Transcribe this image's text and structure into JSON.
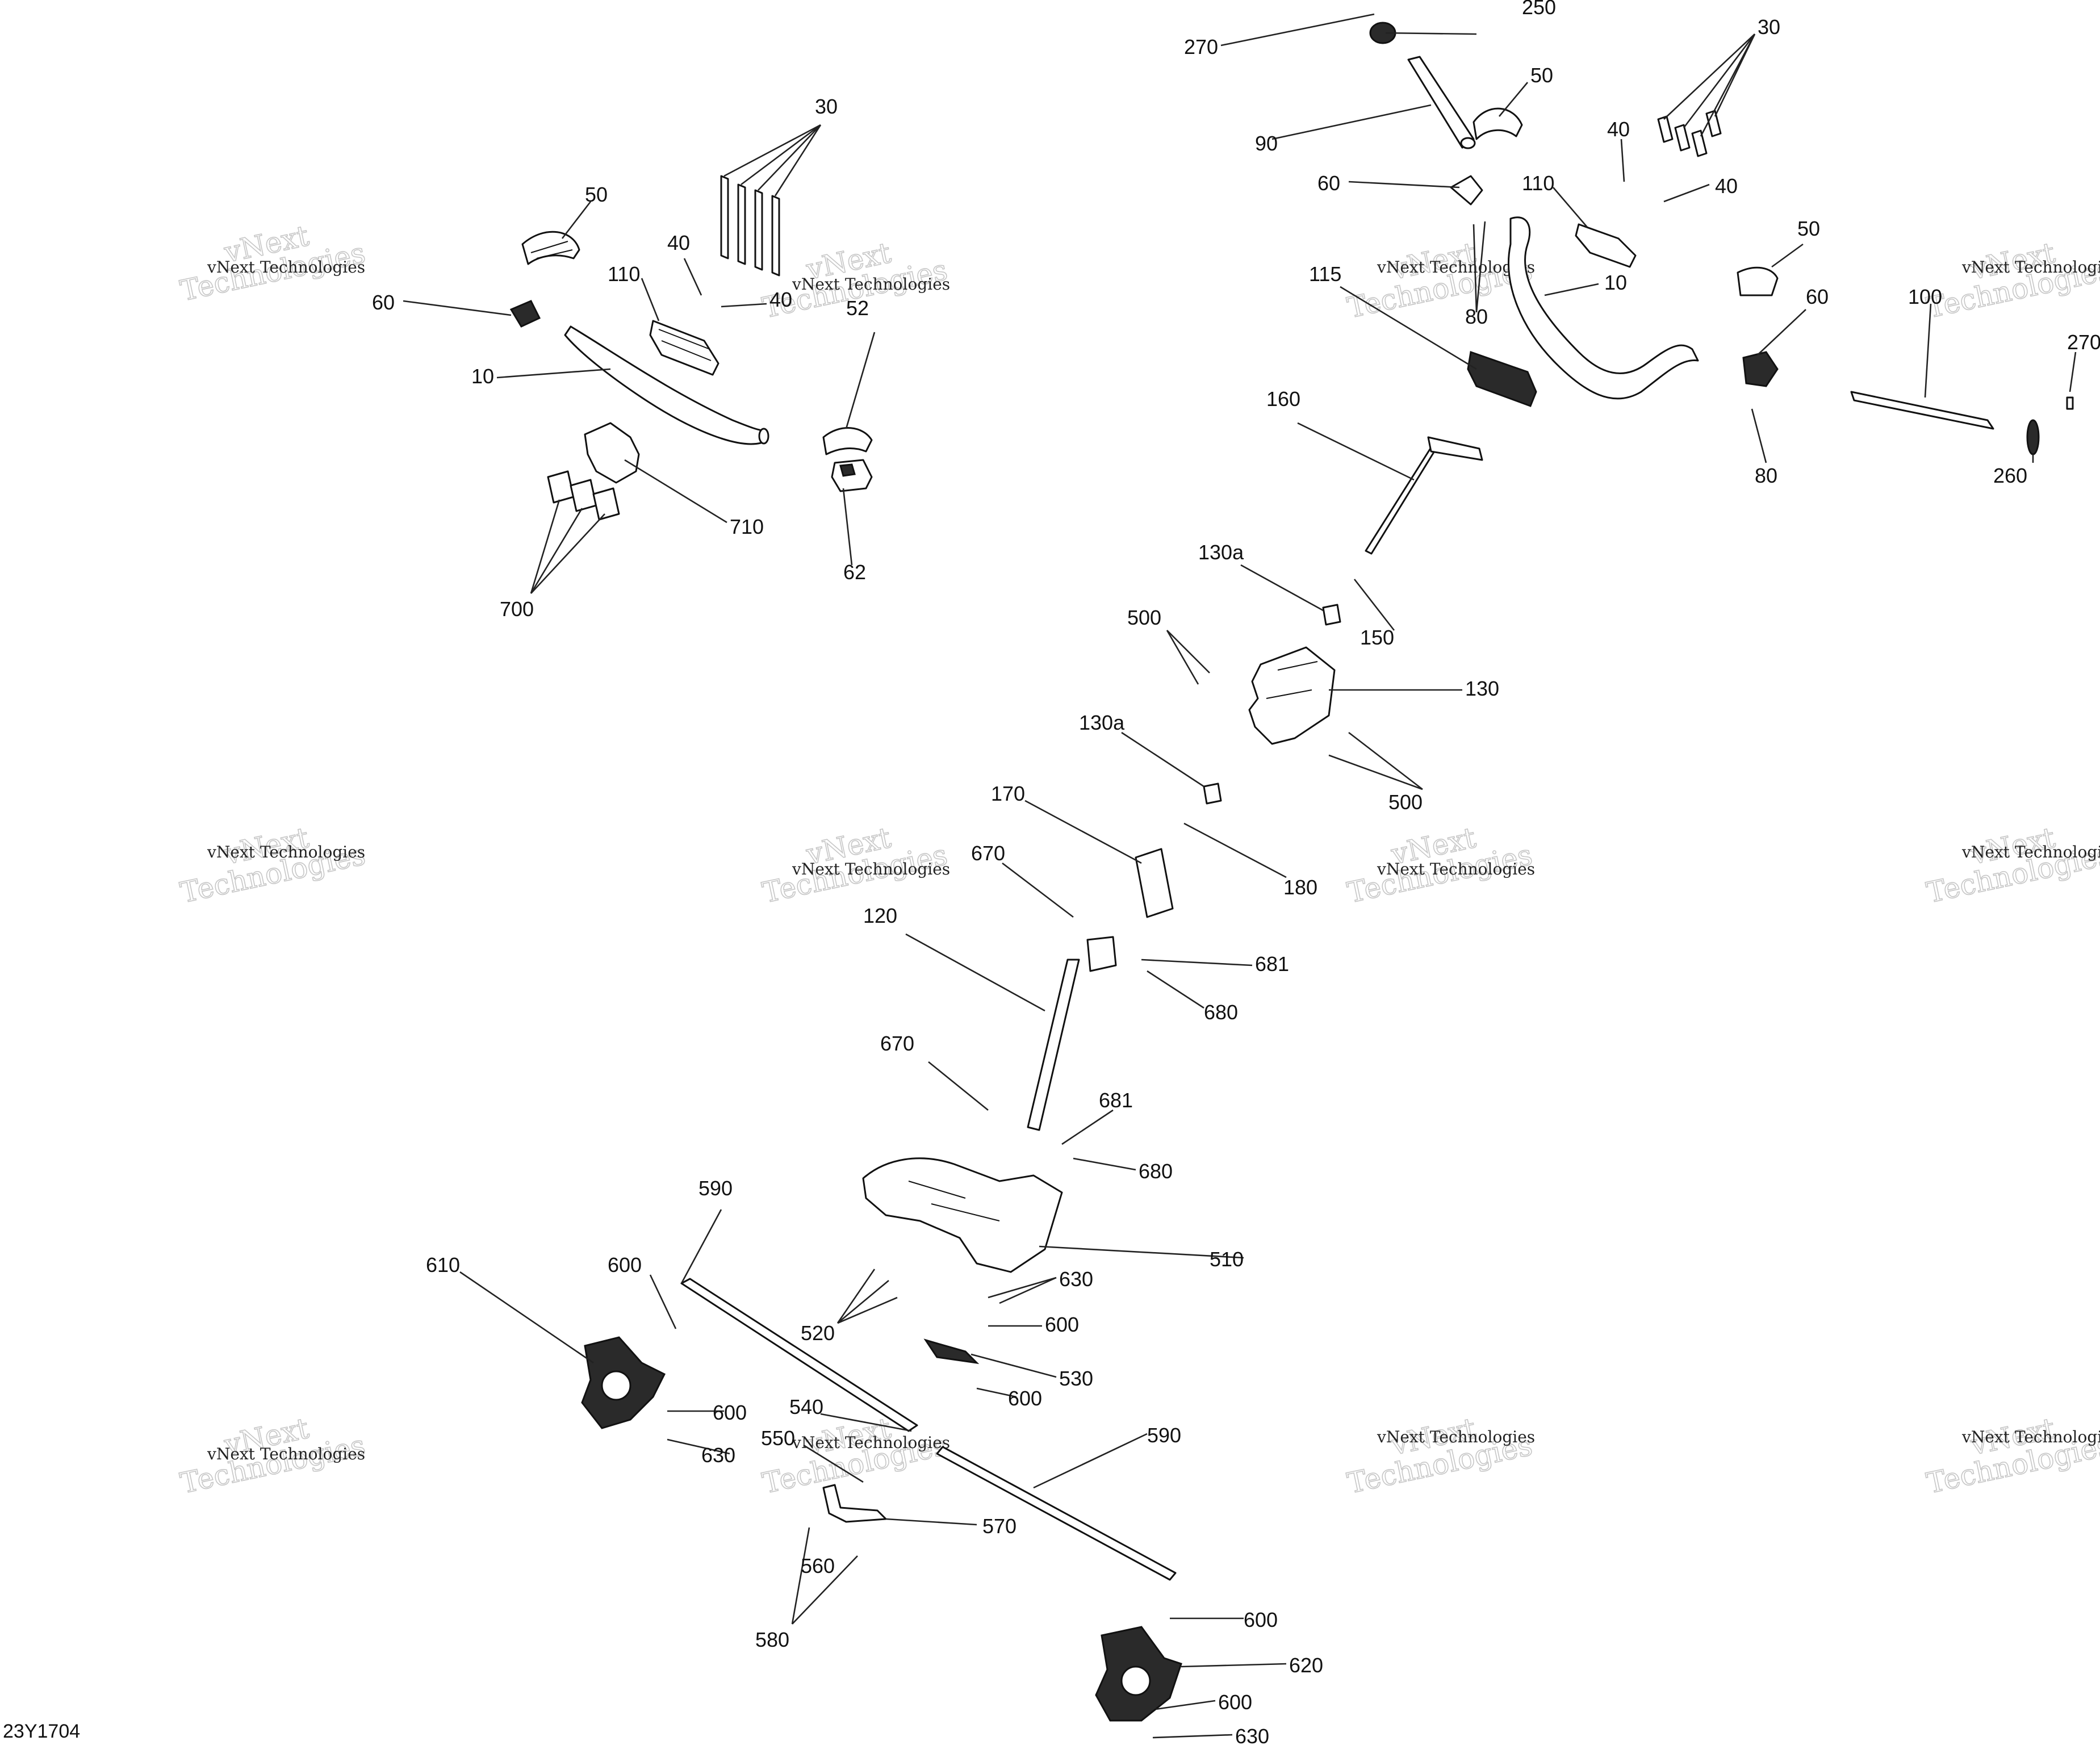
{
  "diagram": {
    "figure_code": "23Y1704",
    "watermark_text": "vNext Technologies",
    "watermark_brand": "vNext",
    "watermark_word": "Technologies",
    "callouts": [
      "270",
      "250",
      "30",
      "50",
      "90",
      "40",
      "40",
      "60",
      "110",
      "80",
      "10",
      "115",
      "50",
      "60",
      "100",
      "270",
      "80",
      "260",
      "160",
      "130a",
      "150",
      "500",
      "130",
      "500",
      "130a",
      "170",
      "180",
      "670",
      "120",
      "681",
      "680",
      "670",
      "681",
      "680",
      "30",
      "50",
      "40",
      "40",
      "60",
      "110",
      "10",
      "52",
      "710",
      "700",
      "62",
      "590",
      "610",
      "600",
      "510",
      "630",
      "600",
      "520",
      "530",
      "600",
      "540",
      "600",
      "630",
      "550",
      "590",
      "570",
      "560",
      "580",
      "600",
      "620",
      "600",
      "630"
    ]
  }
}
